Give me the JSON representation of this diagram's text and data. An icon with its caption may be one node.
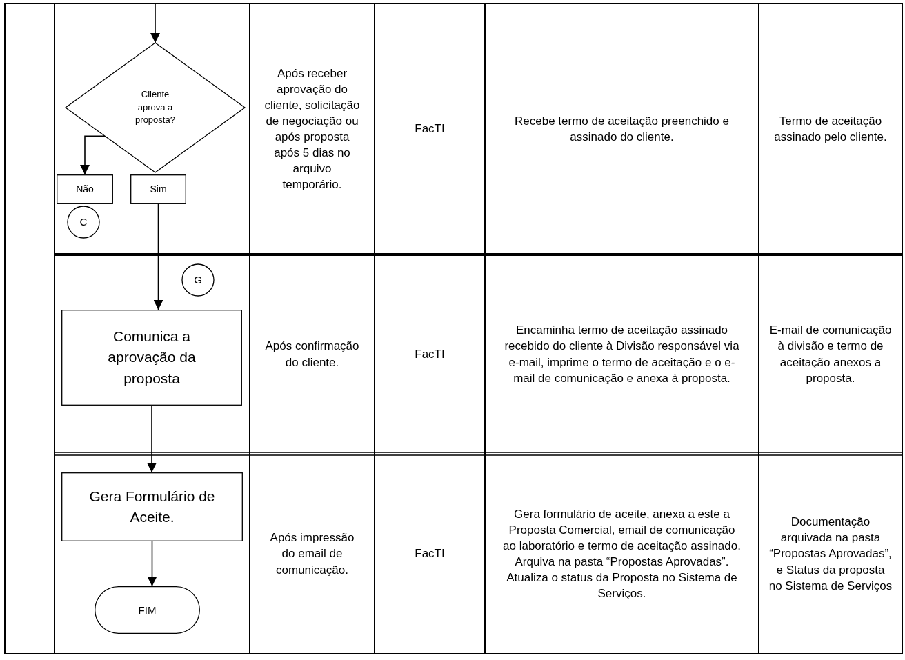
{
  "diagram": {
    "nodes": [
      {
        "text": [
          "Cliente aprova a proposta?"
        ]
      },
      {
        "text": [
          "Não"
        ]
      },
      {
        "text": [
          "Sim"
        ]
      },
      {
        "text": [
          "C"
        ]
      },
      {
        "text": [
          "G"
        ]
      },
      {
        "text": [
          "Comunica a aprovação da proposta"
        ]
      },
      {
        "text": [
          "Gera Formulário de Aceite."
        ]
      },
      {
        "text": [
          "FIM"
        ]
      }
    ],
    "edges": [
      {
        "from": null,
        "to": 0,
        "arrow": "to"
      },
      {
        "from": 0,
        "to": 1,
        "arrow": "to"
      },
      {
        "from": 2,
        "to": 5,
        "arrow": "to"
      },
      {
        "from": 5,
        "to": 6,
        "arrow": "to"
      },
      {
        "from": 6,
        "to": 7,
        "arrow": "to"
      }
    ],
    "labels": [
      "Após receber aprovação do cliente, solicitação de negociação ou após proposta após 5 dias no arquivo temporário.",
      "FacTI",
      "Recebe termo de aceitação preenchido e assinado do cliente.",
      "Termo de aceitação assinado pelo cliente.",
      "Após confirmação do cliente.",
      "FacTI",
      "Encaminha termo de aceitação assinado recebido do cliente à Divisão responsável via e-mail, imprime o termo de aceitação e o e-mail de comunicação e anexa à proposta.",
      "E-mail de comunicação à divisão e termo de aceitação anexos a proposta.",
      "Após impressão do email de comunicação.",
      "FacTI",
      "Gera formulário de aceite, anexa a este a Proposta Comercial, email de comunicação ao laboratório e termo de aceitação assinado. Arquiva na pasta “Propostas Aprovadas”. Atualiza o status da Proposta no Sistema de Serviços.",
      "Documentação arquivada na pasta “Propostas Aprovadas”, e Status da proposta no Sistema de Serviços"
    ]
  }
}
